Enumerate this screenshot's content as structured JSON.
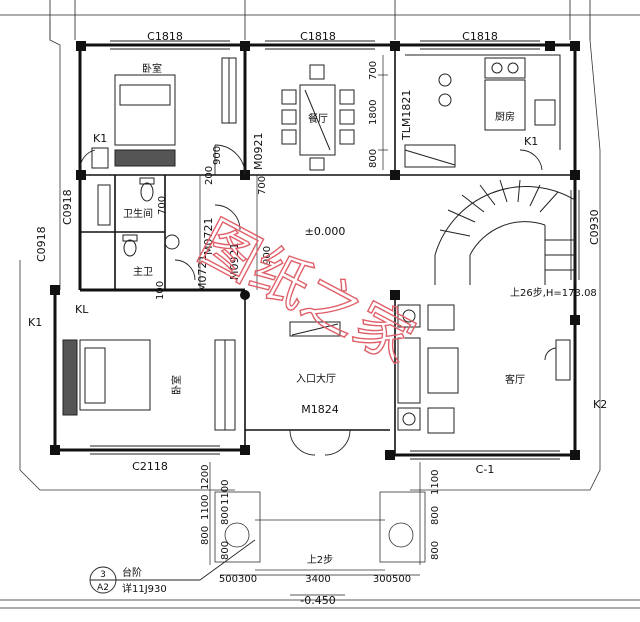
{
  "window_labels": {
    "c1818_a": "C1818",
    "c1818_b": "C1818",
    "c1818_c": "C1818",
    "c0918_a": "C0918",
    "c0918_b": "C0918",
    "c0930": "C0930",
    "c2118": "C2118",
    "c1": "C-1",
    "tlm1821": "TLM1821"
  },
  "door_labels": {
    "m0921": "M0921",
    "m0721_a": "M0721",
    "m0721_b": "M0721",
    "m0921_b": "M0921",
    "m1824": "M1824",
    "k1_a": "K1",
    "k1_b": "K1",
    "k1_c": "K1",
    "kl": "KL",
    "k2": "K2"
  },
  "rooms": {
    "bedroom_top": "卧室",
    "dining": "餐厅",
    "kitchen": "厨房",
    "bathroom": "卫生间",
    "master_bath": "主卫",
    "bedroom_left": "卧室",
    "entry_hall": "入口大厅",
    "living": "客厅"
  },
  "dimensions": {
    "d700": "700",
    "d1800": "1800",
    "d800": "800",
    "d900": "900",
    "d700b": "700",
    "d2000": "200",
    "d1700": "700",
    "d900b": "900",
    "d1200": "1200",
    "d100": "100",
    "d1100a": "1100",
    "d800a": "800",
    "d1100b": "1100",
    "d800b": "800",
    "d800c": "800",
    "d1100c": "1100",
    "d800d": "800",
    "d800e": "800",
    "bottom_500300": "500300",
    "bottom_3400": "3400",
    "bottom_300500": "300500",
    "steps_2": "上2步",
    "level_minus": "-0.450",
    "level_zero": "±0.000",
    "stair_note": "上26步,H=173.08"
  },
  "legend": {
    "num_top": "3",
    "num_bottom": "A2",
    "title": "台阶",
    "ref": "详11J930"
  },
  "watermark": "图纸之家"
}
